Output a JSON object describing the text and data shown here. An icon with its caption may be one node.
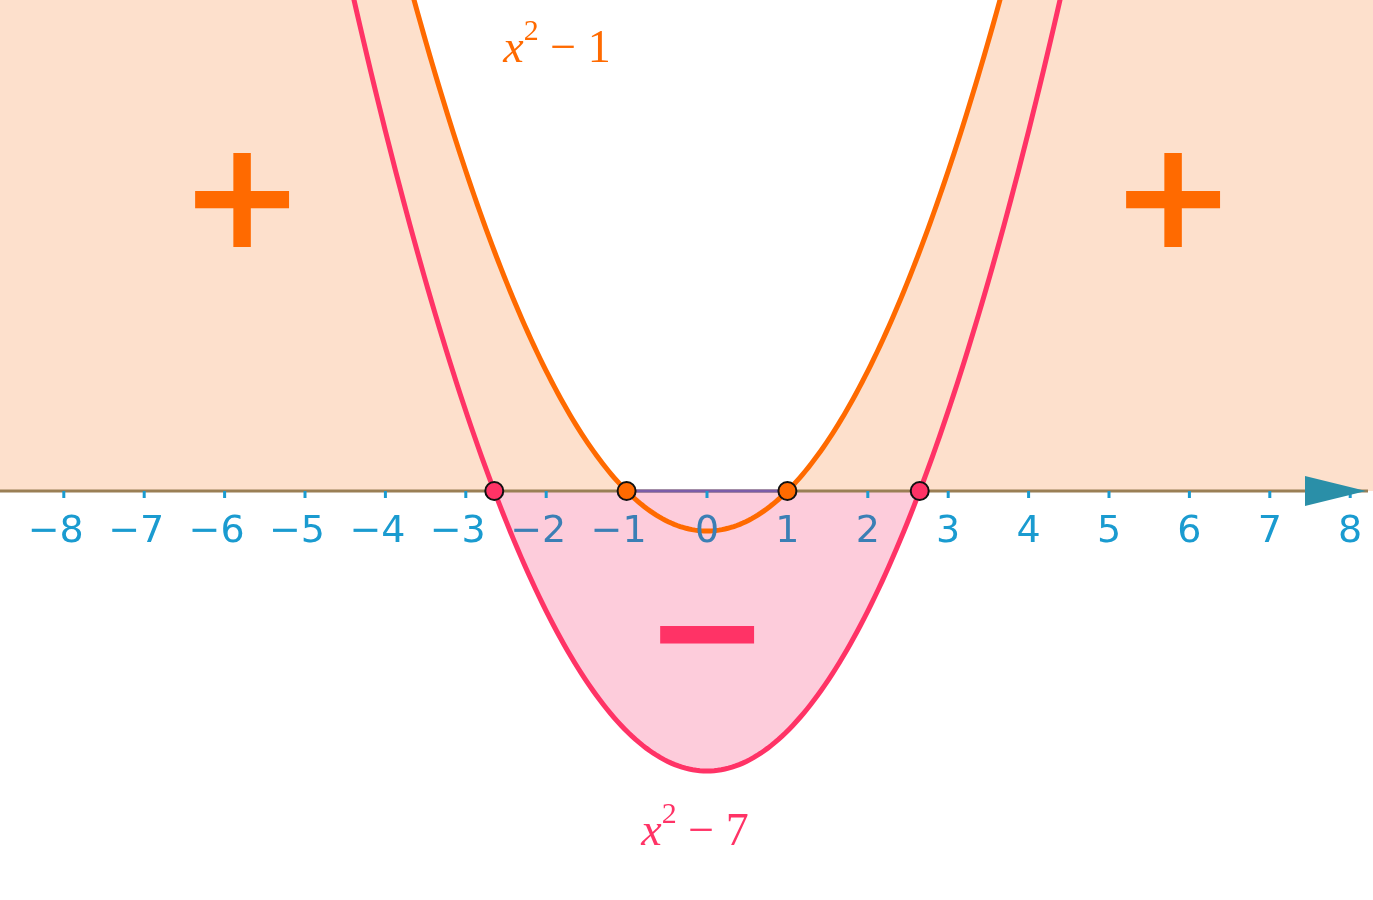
{
  "diagram": {
    "labels": [
      "*x*$^{2}$ − 1",
      "+",
      "+",
      "−8",
      "−7",
      "−6",
      "−5",
      "−4",
      "−3",
      "−2",
      "−1",
      "0",
      "1",
      "2",
      "3",
      "4",
      "5",
      "6",
      "7",
      "8",
      "−",
      "*x*$^{2}$ − 7"
    ]
  }
}
